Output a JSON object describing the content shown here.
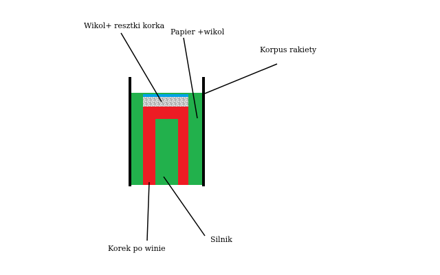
{
  "labels": {
    "wikol_cork": "Wikol+ resztki korka",
    "paper_glue": "Papier +wikol",
    "rocket_body": "Korpus rakiety",
    "wine_cork": "Korek po winie",
    "engine": "Silnik"
  },
  "colors": {
    "background": "#ffffff",
    "rocket_body_walls": "#000000",
    "paper_glue_layer": "#22b14c",
    "engine": "#ed1c24",
    "glue_layer": "#00a2e8",
    "cork_remains": "#c3c3c3",
    "leader_lines": "#000000"
  }
}
